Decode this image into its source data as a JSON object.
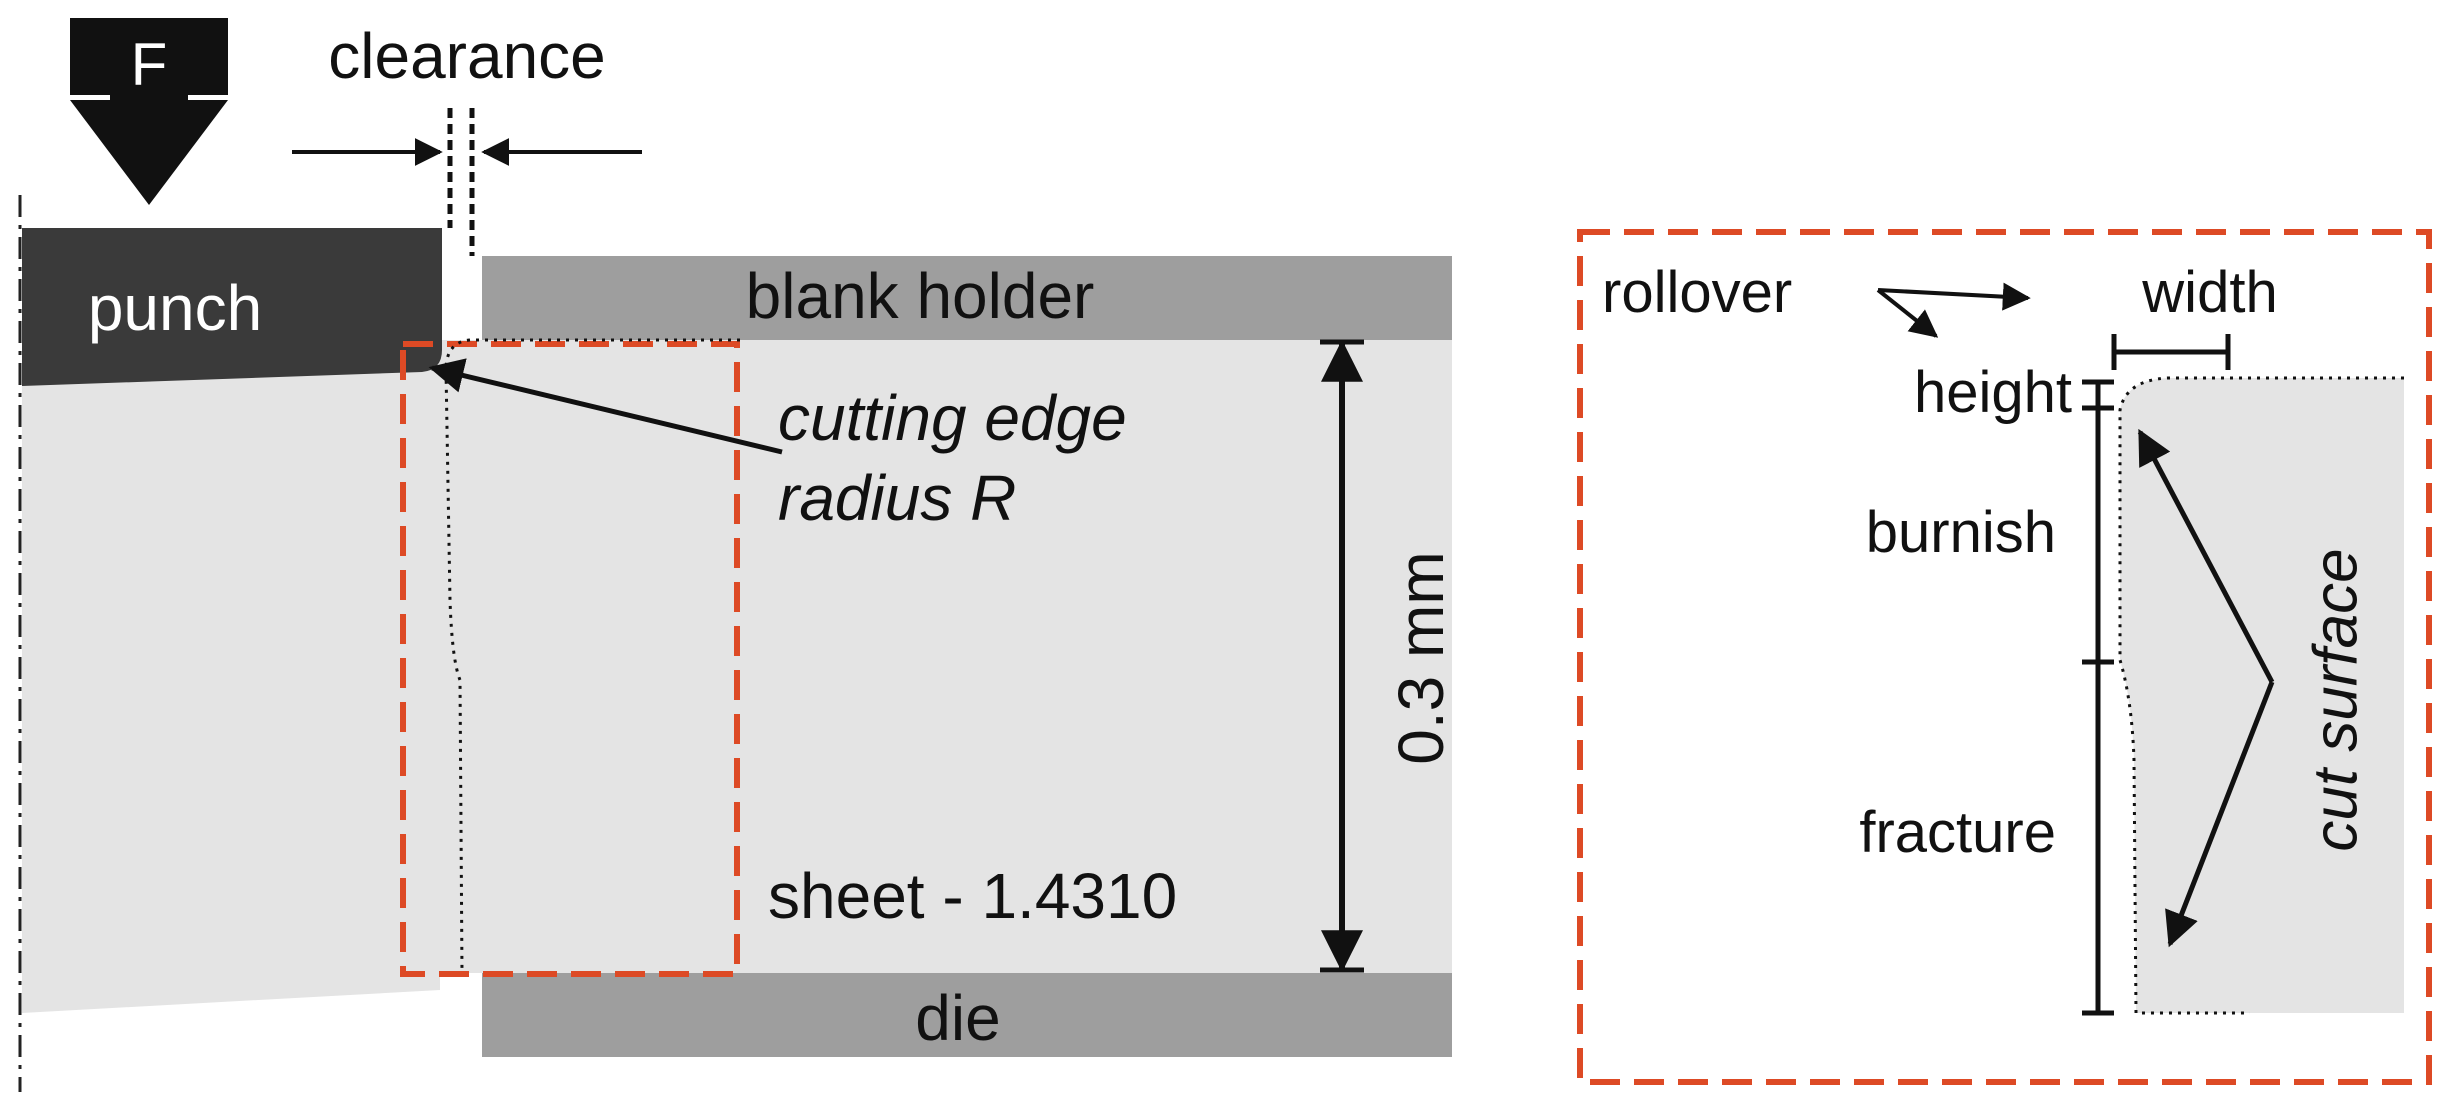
{
  "colors": {
    "punch": "#3a3a3a",
    "tool_gray": "#9e9e9e",
    "sheet": "#e4e4e4",
    "highlight": "#dd4a25",
    "ink": "#111111",
    "white_text": "#ffffff"
  },
  "labels": {
    "force": "F",
    "clearance": "clearance",
    "punch": "punch",
    "blank_holder": "blank holder",
    "die": "die",
    "cutting_edge_line1": "cutting edge",
    "cutting_edge_line2": "radius R",
    "thickness": "0.3 mm",
    "sheet": "sheet - 1.4310"
  },
  "detail": {
    "rollover": "rollover",
    "width": "width",
    "height": "height",
    "burnish": "burnish",
    "fracture": "fracture",
    "cut_surface": "cut surface"
  }
}
